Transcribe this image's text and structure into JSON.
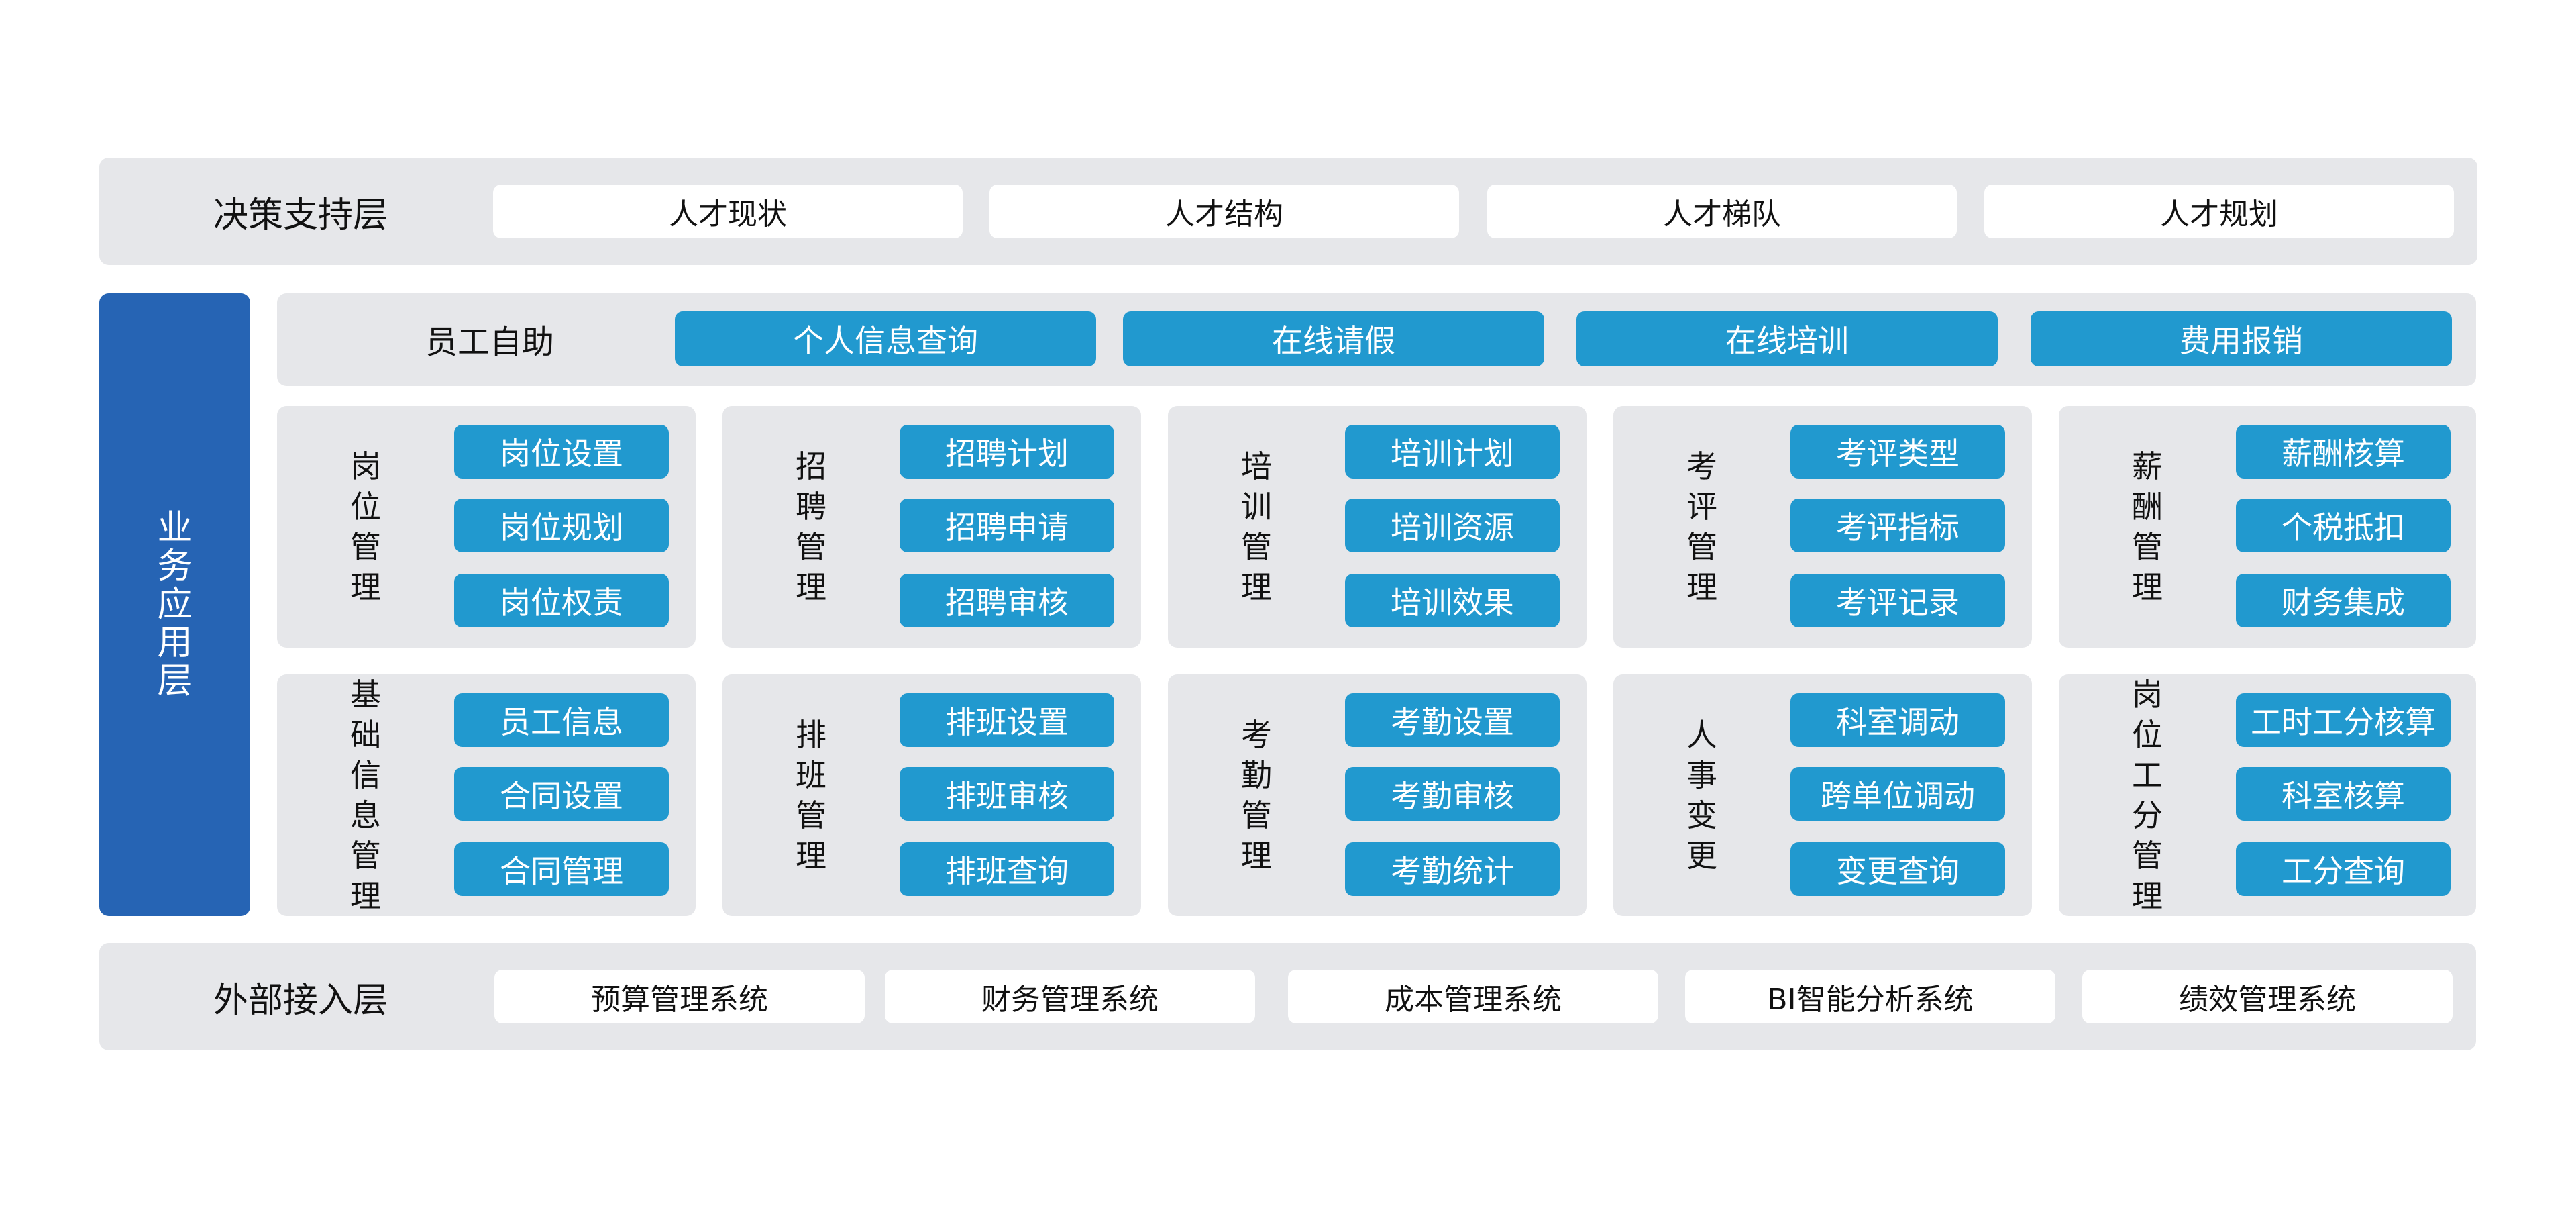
{
  "decision_layer": {
    "label": "决策支持层",
    "items": [
      "人才现状",
      "人才结构",
      "人才梯队",
      "人才规划"
    ]
  },
  "business_layer": {
    "label": "业务应用层",
    "self_service": {
      "label": "员工自助",
      "items": [
        "个人信息查询",
        "在线请假",
        "在线培训",
        "费用报销"
      ]
    },
    "modules": [
      {
        "label": "岗位管理",
        "items": [
          "岗位设置",
          "岗位规划",
          "岗位权责"
        ]
      },
      {
        "label": "招聘管理",
        "items": [
          "招聘计划",
          "招聘申请",
          "招聘审核"
        ]
      },
      {
        "label": "培训管理",
        "items": [
          "培训计划",
          "培训资源",
          "培训效果"
        ]
      },
      {
        "label": "考评管理",
        "items": [
          "考评类型",
          "考评指标",
          "考评记录"
        ]
      },
      {
        "label": "薪酬管理",
        "items": [
          "薪酬核算",
          "个税抵扣",
          "财务集成"
        ]
      },
      {
        "label": "基础信息管理",
        "items": [
          "员工信息",
          "合同设置",
          "合同管理"
        ]
      },
      {
        "label": "排班管理",
        "items": [
          "排班设置",
          "排班审核",
          "排班查询"
        ]
      },
      {
        "label": "考勤管理",
        "items": [
          "考勤设置",
          "考勤审核",
          "考勤统计"
        ]
      },
      {
        "label": "人事变更",
        "items": [
          "科室调动",
          "跨单位调动",
          "变更查询"
        ]
      },
      {
        "label": "岗位工分管理",
        "items": [
          "工时工分核算",
          "科室核算",
          "工分查询"
        ]
      }
    ]
  },
  "external_layer": {
    "label": "外部接入层",
    "items": [
      "预算管理系统",
      "财务管理系统",
      "成本管理系统",
      "BI智能分析系统",
      "绩效管理系统"
    ]
  },
  "colors": {
    "panel_bg": "#e6e7ea",
    "primary_blue": "#2199cf",
    "side_bar_blue": "#2664b4",
    "pill_white": "#ffffff"
  }
}
